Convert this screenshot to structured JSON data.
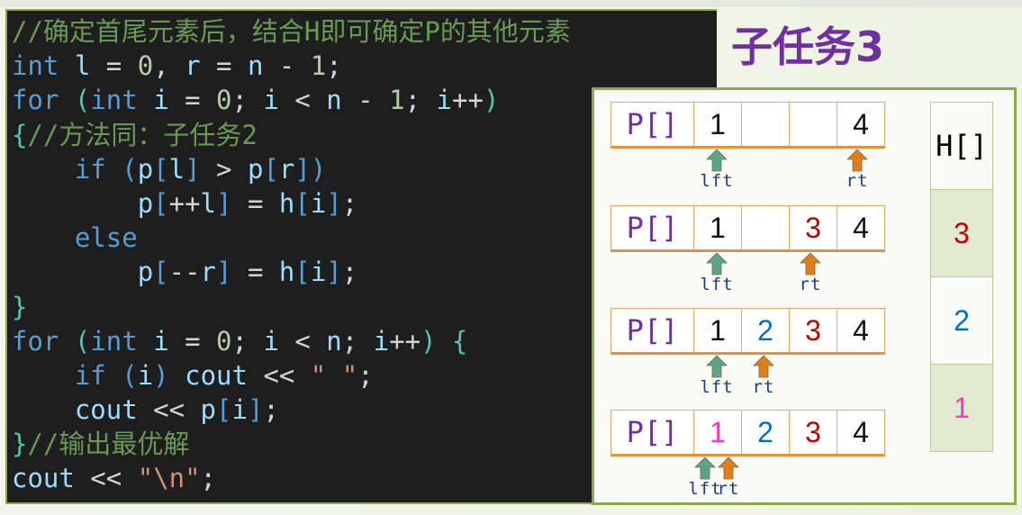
{
  "title": "子任务3",
  "colors": {
    "black": "#111111",
    "red": "#c00000",
    "blue": "#0070c0",
    "magenta": "#ff33cc",
    "lft": "#5aa58a",
    "rt": "#e07f1a"
  },
  "code": [
    [
      [
        "//确定首尾元素后，结合H即可确定P的其他元素",
        "cm"
      ]
    ],
    [
      [
        "int",
        "kw"
      ],
      [
        " ",
        "op"
      ],
      [
        "l",
        "var"
      ],
      [
        " = ",
        "op"
      ],
      [
        "0",
        "num"
      ],
      [
        ", ",
        "op"
      ],
      [
        "r",
        "var"
      ],
      [
        " = ",
        "op"
      ],
      [
        "n",
        "var"
      ],
      [
        " - ",
        "op"
      ],
      [
        "1",
        "num"
      ],
      [
        ";",
        "op"
      ]
    ],
    [
      [
        "for",
        "kw"
      ],
      [
        " ",
        "op"
      ],
      [
        "(",
        "br"
      ],
      [
        "int",
        "kw"
      ],
      [
        " ",
        "op"
      ],
      [
        "i",
        "var"
      ],
      [
        " = ",
        "op"
      ],
      [
        "0",
        "num"
      ],
      [
        "; ",
        "op"
      ],
      [
        "i",
        "var"
      ],
      [
        " < ",
        "op"
      ],
      [
        "n",
        "var"
      ],
      [
        " - ",
        "op"
      ],
      [
        "1",
        "num"
      ],
      [
        "; ",
        "op"
      ],
      [
        "i",
        "var"
      ],
      [
        "++",
        "op"
      ],
      [
        ")",
        "br"
      ]
    ],
    [
      [
        "{",
        "br"
      ],
      [
        "//方法同：子任务2",
        "cm"
      ]
    ],
    [
      [
        "    ",
        "op"
      ],
      [
        "if",
        "kw"
      ],
      [
        " ",
        "op"
      ],
      [
        "(",
        "pb"
      ],
      [
        "p",
        "var"
      ],
      [
        "[",
        "pb"
      ],
      [
        "l",
        "var"
      ],
      [
        "]",
        "pb"
      ],
      [
        " > ",
        "op"
      ],
      [
        "p",
        "var"
      ],
      [
        "[",
        "pb"
      ],
      [
        "r",
        "var"
      ],
      [
        "])",
        "pb"
      ]
    ],
    [
      [
        "        ",
        "op"
      ],
      [
        "p",
        "var"
      ],
      [
        "[",
        "pb"
      ],
      [
        "++",
        "op"
      ],
      [
        "l",
        "var"
      ],
      [
        "]",
        "pb"
      ],
      [
        " = ",
        "op"
      ],
      [
        "h",
        "var"
      ],
      [
        "[",
        "pb"
      ],
      [
        "i",
        "var"
      ],
      [
        "]",
        "pb"
      ],
      [
        ";",
        "op"
      ]
    ],
    [
      [
        "    ",
        "op"
      ],
      [
        "else",
        "kw"
      ]
    ],
    [
      [
        "        ",
        "op"
      ],
      [
        "p",
        "var"
      ],
      [
        "[",
        "pb"
      ],
      [
        "--",
        "op"
      ],
      [
        "r",
        "var"
      ],
      [
        "]",
        "pb"
      ],
      [
        " = ",
        "op"
      ],
      [
        "h",
        "var"
      ],
      [
        "[",
        "pb"
      ],
      [
        "i",
        "var"
      ],
      [
        "]",
        "pb"
      ],
      [
        ";",
        "op"
      ]
    ],
    [
      [
        "}",
        "br"
      ]
    ],
    [
      [
        "for",
        "kw"
      ],
      [
        " ",
        "op"
      ],
      [
        "(",
        "br"
      ],
      [
        "int",
        "kw"
      ],
      [
        " ",
        "op"
      ],
      [
        "i",
        "var"
      ],
      [
        " = ",
        "op"
      ],
      [
        "0",
        "num"
      ],
      [
        "; ",
        "op"
      ],
      [
        "i",
        "var"
      ],
      [
        " < ",
        "op"
      ],
      [
        "n",
        "var"
      ],
      [
        "; ",
        "op"
      ],
      [
        "i",
        "var"
      ],
      [
        "++",
        "op"
      ],
      [
        ")",
        "br"
      ],
      [
        " ",
        "op"
      ],
      [
        "{",
        "br"
      ]
    ],
    [
      [
        "    ",
        "op"
      ],
      [
        "if",
        "kw"
      ],
      [
        " ",
        "op"
      ],
      [
        "(",
        "pb"
      ],
      [
        "i",
        "var"
      ],
      [
        ")",
        "pb"
      ],
      [
        " ",
        "op"
      ],
      [
        "cout",
        "var"
      ],
      [
        " << ",
        "op"
      ],
      [
        "\" \"",
        "str"
      ],
      [
        ";",
        "op"
      ]
    ],
    [
      [
        "    ",
        "op"
      ],
      [
        "cout",
        "var"
      ],
      [
        " << ",
        "op"
      ],
      [
        "p",
        "var"
      ],
      [
        "[",
        "pb"
      ],
      [
        "i",
        "var"
      ],
      [
        "]",
        "pb"
      ],
      [
        ";",
        "op"
      ]
    ],
    [
      [
        "}",
        "br"
      ],
      [
        "//输出最优解",
        "cm"
      ]
    ],
    [
      [
        "cout",
        "var"
      ],
      [
        " << ",
        "op"
      ],
      [
        "\"\\n\"",
        "str"
      ],
      [
        ";",
        "op"
      ]
    ]
  ],
  "p_label": "P[]",
  "h_label": "H[]",
  "lft_label": "lft",
  "rt_label": "rt",
  "p_rows": [
    {
      "cells": [
        [
          "1",
          "black"
        ],
        [
          "",
          ""
        ],
        [
          "",
          ""
        ],
        [
          "4",
          "black"
        ]
      ],
      "lft": 0,
      "rt": 3
    },
    {
      "cells": [
        [
          "1",
          "black"
        ],
        [
          "",
          ""
        ],
        [
          "3",
          "red"
        ],
        [
          "4",
          "black"
        ]
      ],
      "lft": 0,
      "rt": 2
    },
    {
      "cells": [
        [
          "1",
          "black"
        ],
        [
          "2",
          "blue"
        ],
        [
          "3",
          "red"
        ],
        [
          "4",
          "black"
        ]
      ],
      "lft": 0,
      "rt": 1
    },
    {
      "cells": [
        [
          "1",
          "magenta"
        ],
        [
          "2",
          "blue"
        ],
        [
          "3",
          "red"
        ],
        [
          "4",
          "black"
        ]
      ],
      "lft": 0,
      "rt": 0
    }
  ],
  "h_values": [
    [
      "3",
      "red"
    ],
    [
      "2",
      "blue"
    ],
    [
      "1",
      "magenta"
    ]
  ]
}
